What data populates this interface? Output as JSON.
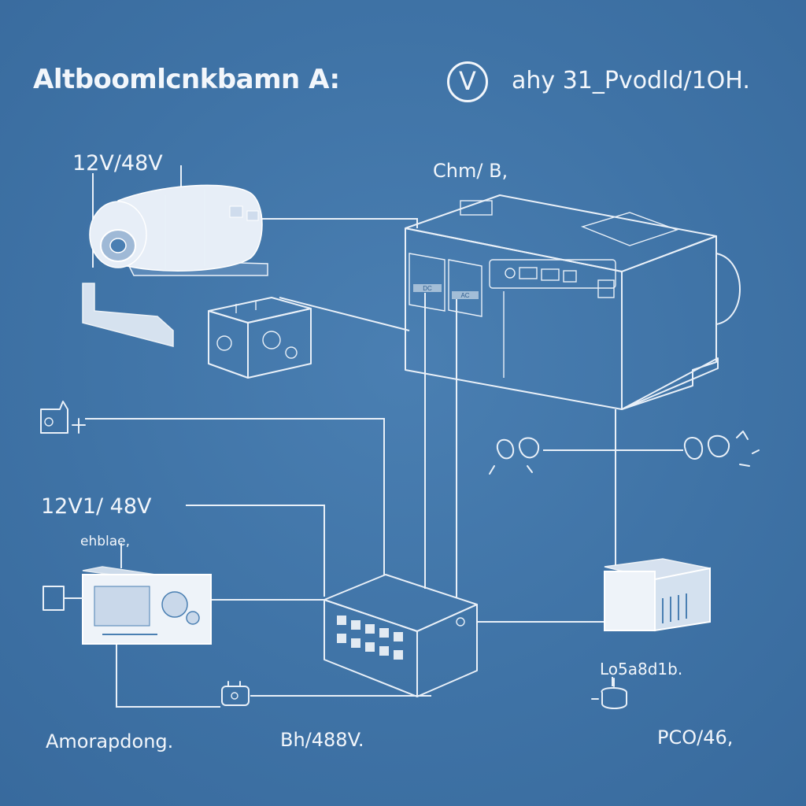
{
  "header": {
    "title": "Altboomlcnkbamn A:",
    "meter_symbol": "V",
    "right_text": "ahy 31_Pvodld/1OH."
  },
  "labels": {
    "camera_voltage": "12V/48V",
    "charger_label": "Chm/ B,",
    "left_voltage": "12V1/ 48V",
    "left_small": "ehblae,",
    "bottom_left": "Amorapdong.",
    "bottom_center": "Bh/488V.",
    "bottom_right": "PCO/46,",
    "load_label": "Lo5a8d1b.",
    "panel_tag_a": "DC",
    "panel_tag_b": "AC"
  },
  "colors": {
    "background": "#3f73a6",
    "line": "#e9f0f8"
  }
}
